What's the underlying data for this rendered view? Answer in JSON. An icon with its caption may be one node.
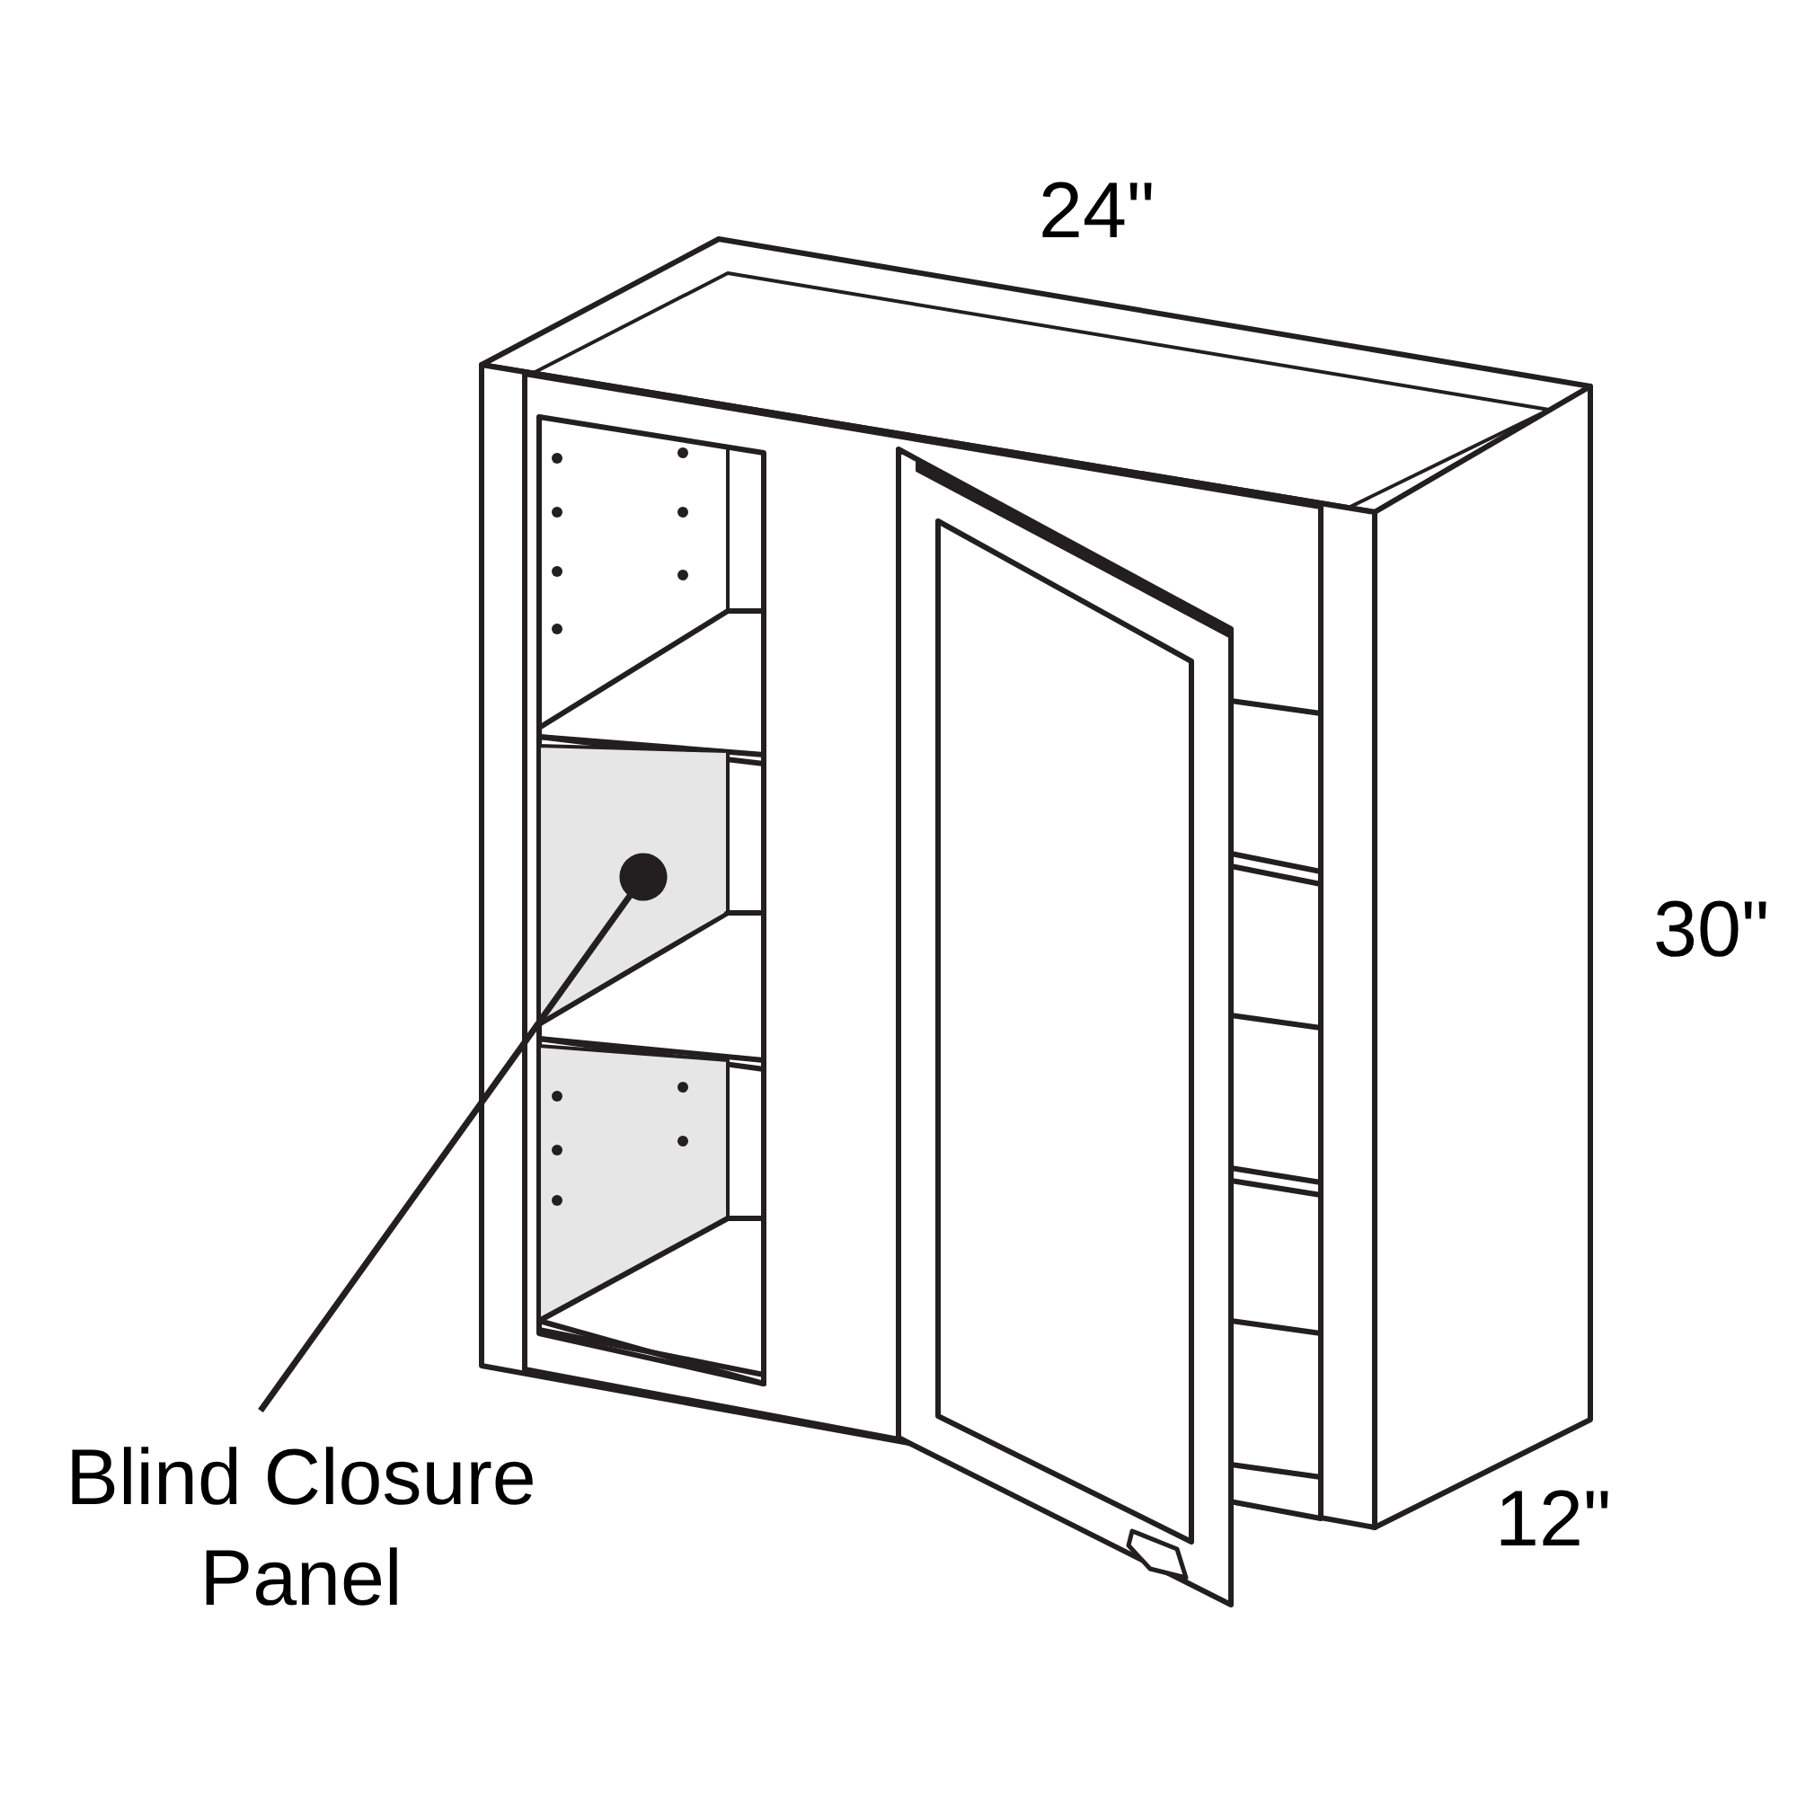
{
  "diagram": {
    "nodes": [
      {
        "text": [
          "Blind Closure Panel"
        ]
      },
      {
        "text": [],
        "shape": "box"
      }
    ],
    "edges": [
      {
        "from": 0,
        "to": 1,
        "arrow": "other"
      }
    ],
    "labels": [
      "24\"",
      "30\"",
      "12\""
    ]
  }
}
